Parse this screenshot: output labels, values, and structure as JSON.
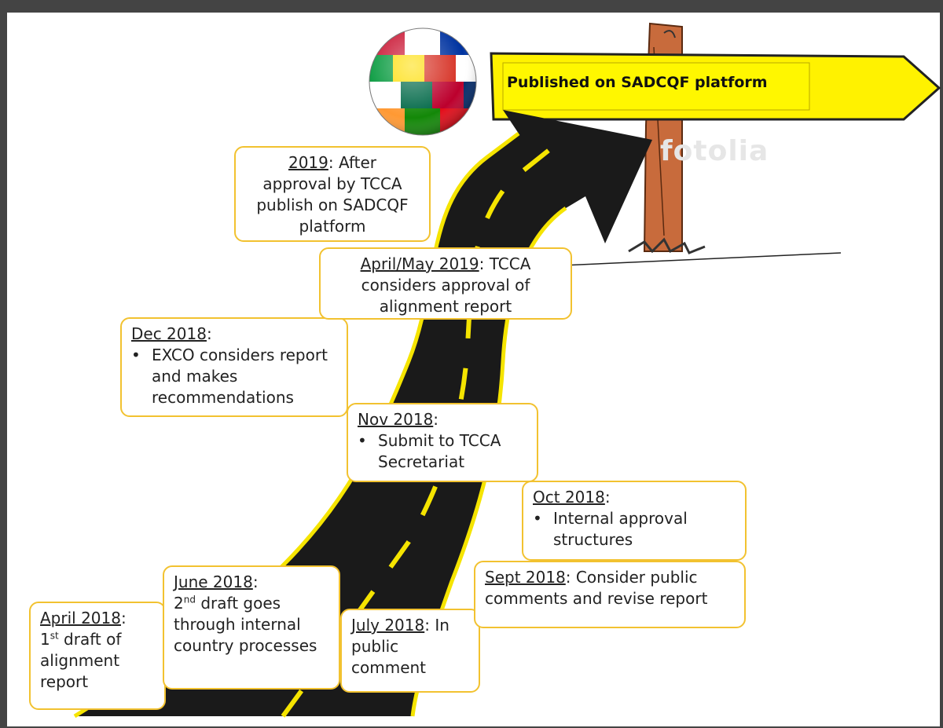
{
  "sign": {
    "label": "Published on SADCQF platform"
  },
  "watermark": "fotolia",
  "milestones": [
    {
      "date": "April 2018",
      "sep": ":",
      "pre": "1",
      "sup": "st",
      "text": " draft of alignment report"
    },
    {
      "date": "June 2018",
      "sep": ":",
      "pre": "2",
      "sup": "nd",
      "text": " draft goes through internal country processes"
    },
    {
      "date": "July 2018",
      "sep": ": In",
      "text": "public comment"
    },
    {
      "date": "Sept 2018",
      "sep": ": Consider public",
      "text": "comments and revise report"
    },
    {
      "date": "Oct 2018",
      "sep": ":",
      "bullet": "Internal approval structures"
    },
    {
      "date": "Nov 2018",
      "sep": ":",
      "bullet": "Submit to TCCA Secretariat"
    },
    {
      "date": "Dec 2018",
      "sep": ":",
      "bullet": "EXCO considers report and makes recommendations"
    },
    {
      "date": "April/May 2019",
      "sep": ": TCCA",
      "text": "considers approval of alignment report"
    },
    {
      "date": "2019",
      "sep": ": After",
      "text": "approval by TCCA publish on SADCQF platform"
    }
  ],
  "colors": {
    "box_border": "#f2c230",
    "road": "#1a1a1a",
    "road_edge": "#f5e400",
    "sign": "#fff200"
  },
  "icons": [
    "globe-flags-icon",
    "signpost-icon",
    "road-icon"
  ]
}
